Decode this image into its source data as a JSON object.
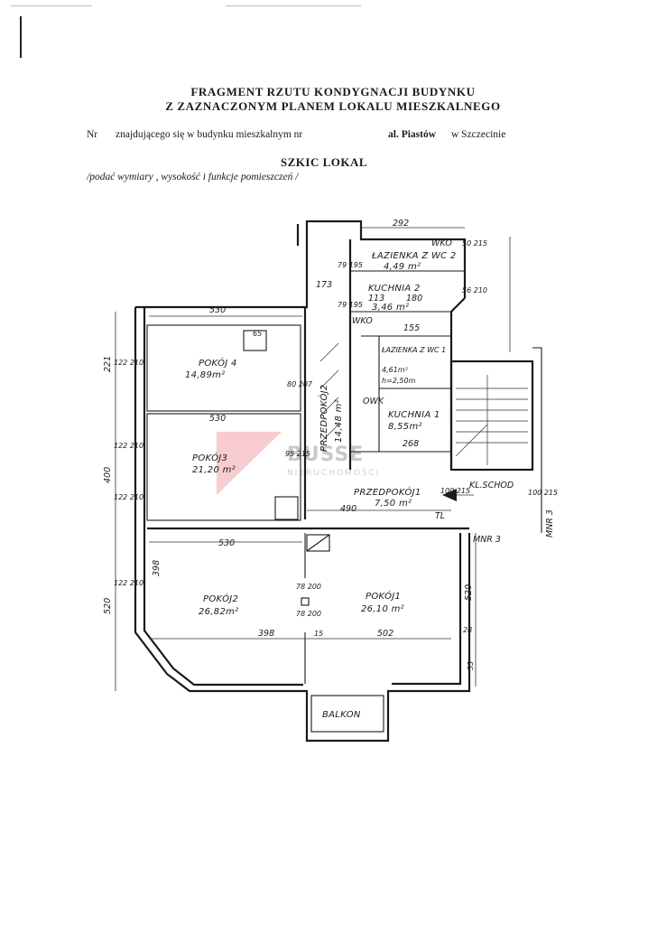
{
  "header": {
    "title_line1": "FRAGMENT  RZUTU  KONDYGNACJI BUDYNKU",
    "title_line2": "Z ZAZNACZONYM PLANEM LOKALU MIESZKALNEGO",
    "nr_label": "Nr",
    "located_text": "znajdującego się w budynku mieszkalnym nr",
    "street": "al. Piastów",
    "city_text": "w Szczecinie",
    "sketch_title": "SZKIC LOKAL",
    "sketch_note": "/podać wymiary , wysokość i funkcje pomieszczeń /"
  },
  "rooms": {
    "pokoj4": {
      "name": "POKÓJ 4",
      "area": "14,89m²"
    },
    "pokoj3": {
      "name": "POKÓJ3",
      "area": "21,20 m²"
    },
    "pokoj2": {
      "name": "POKÓJ2",
      "area": "26,82m²"
    },
    "pokoj1": {
      "name": "POKÓJ1",
      "area": "26,10 m²"
    },
    "lazienka2": {
      "name": "ŁAZIENKA Z WC 2",
      "area": "4,49 m²"
    },
    "kuchnia2": {
      "name": "KUCHNIA 2",
      "area": "3,46 m²"
    },
    "lazienka1": {
      "name": "ŁAZIENKA Z WC 1",
      "area": "4,61m²"
    },
    "kuchnia1": {
      "name": "KUCHNIA 1",
      "area": "8,55m²"
    },
    "przedpokoj2": {
      "name": "PRZEDPOKÓJ2",
      "area": "14,48 m²"
    },
    "przedpokoj1": {
      "name": "PRZEDPOKÓJ1",
      "area": "7,50 m²"
    },
    "balkon": {
      "name": "BALKON"
    }
  },
  "labels": {
    "wko1": "WKO",
    "wko2": "WKO",
    "owk": "OWK",
    "kl_schod": "KL.SCHOD",
    "mnr3_a": "MNR 3",
    "mnr3_b": "MNR 3",
    "tl": "TL",
    "height": "h=2,50m"
  },
  "dimensions": {
    "d530_top": "530",
    "d530_mid": "530",
    "d530_low": "530",
    "d490": "490",
    "d398_a": "398",
    "d398_b": "398",
    "d502": "502",
    "d520_l": "520",
    "d520_r": "520",
    "d400": "400",
    "d221": "221",
    "d292": "292",
    "d173": "173",
    "d268": "268",
    "d155": "155",
    "d113": "113",
    "d180": "180",
    "w122_210_a": "122 210",
    "w122_210_b": "122 210",
    "w122_210_c": "122 210",
    "w122_210_d": "122 210",
    "d80_207": "80 207",
    "d95_215": "95 215",
    "d78_200_a": "78 200",
    "d78_200_b": "78 200",
    "d100_215_a": "100 215",
    "d100_215_b": "100 215",
    "d79_195_a": "79 195",
    "d79_195_b": "79 195",
    "d56_210": "56 210",
    "d50_215": "50 215",
    "d65": "65",
    "d15": "15",
    "d28": "28",
    "d53": "53"
  },
  "watermark": {
    "brand": "BUSSE",
    "sub": "NIERUCHOMOŚCI"
  }
}
